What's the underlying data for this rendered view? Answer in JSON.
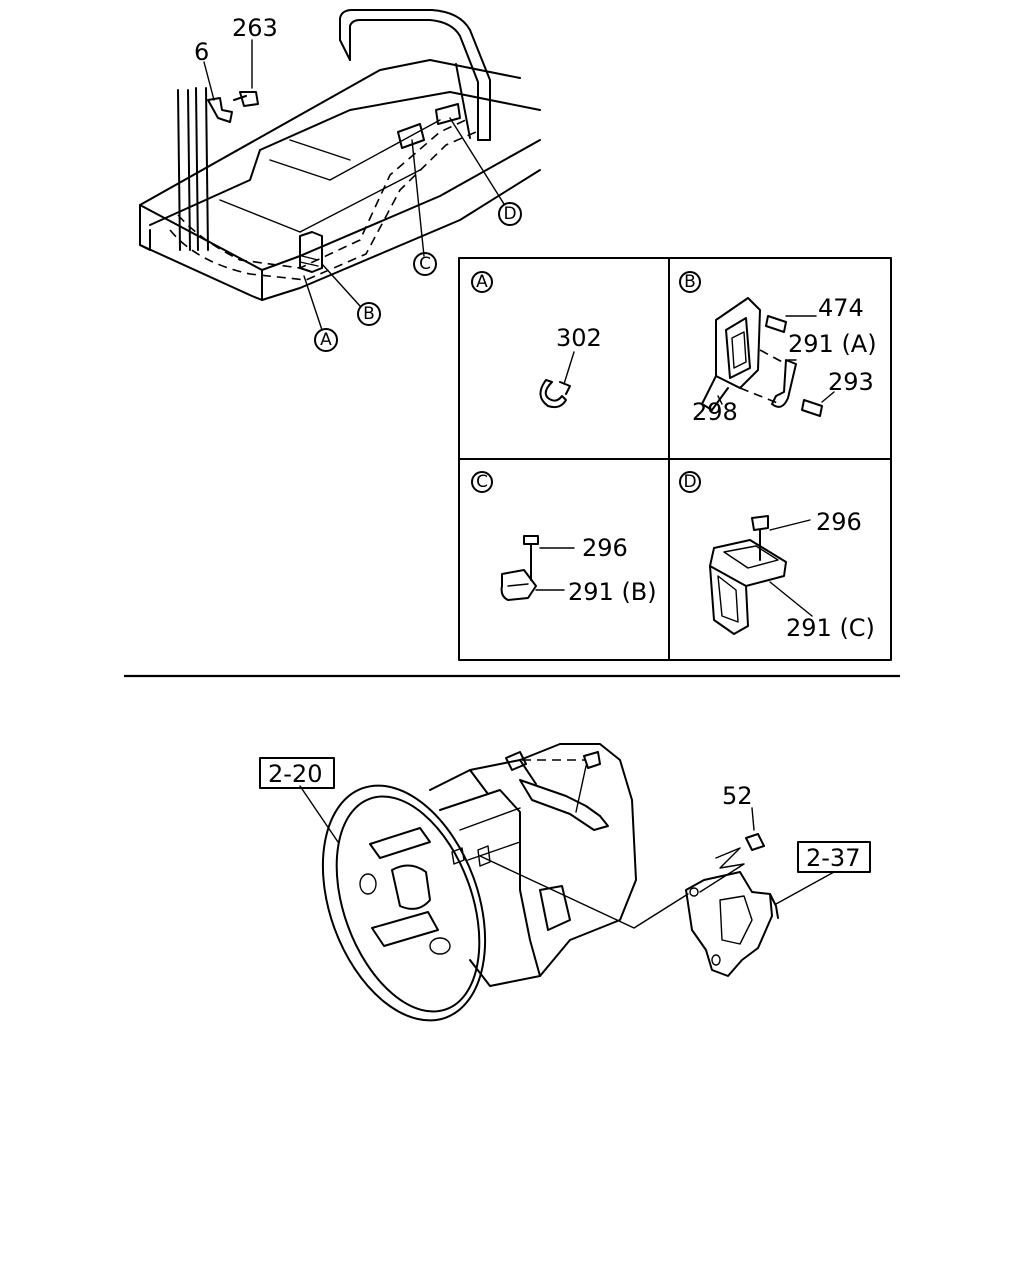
{
  "top_callouts": {
    "bolt_263": "263",
    "clip_6": "6",
    "ref_A": "A",
    "ref_B": "B",
    "ref_C": "C",
    "ref_D": "D"
  },
  "detail_A": {
    "letter": "A",
    "parts": [
      "302"
    ]
  },
  "detail_B": {
    "letter": "B",
    "parts": [
      "474",
      "291 (A)",
      "293",
      "298"
    ]
  },
  "detail_C": {
    "letter": "C",
    "parts": [
      "296",
      "291 (B)"
    ]
  },
  "detail_D": {
    "letter": "D",
    "parts": [
      "296",
      "291 (C)"
    ]
  },
  "bottom": {
    "ref_left": "2-20",
    "ref_right": "2-37",
    "bolt_52": "52"
  }
}
